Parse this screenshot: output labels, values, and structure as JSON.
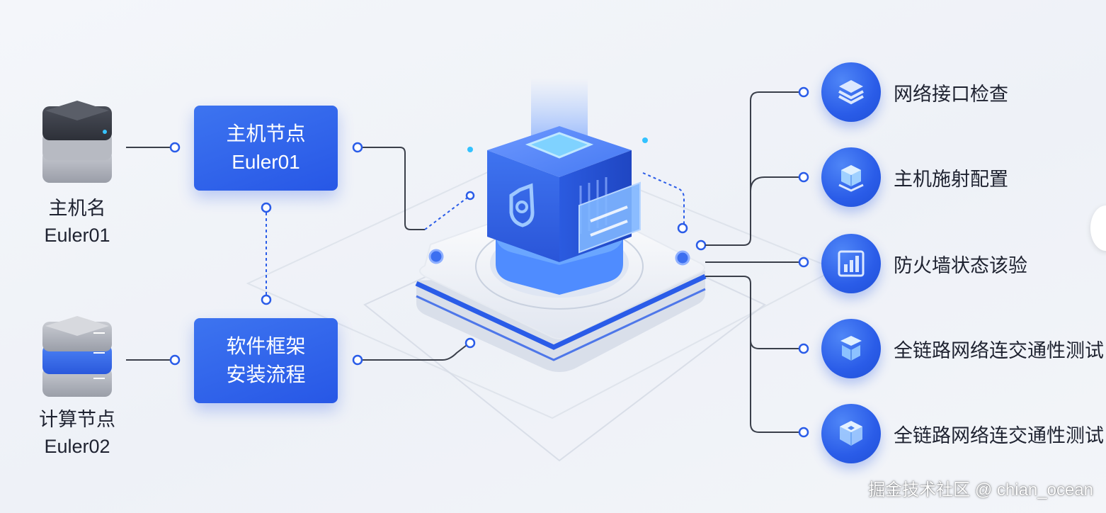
{
  "left_nodes": [
    {
      "name_line1": "主机名",
      "name_line2": "Euler01",
      "icon": "server-stack-dark-icon"
    },
    {
      "name_line1": "计算节点",
      "name_line2": "Euler02",
      "icon": "server-stack-blue-icon"
    }
  ],
  "boxes": [
    {
      "line1": "主机节点",
      "line2": "Euler01"
    },
    {
      "line1": "软件框架",
      "line2": "安装流程"
    }
  ],
  "right_items": [
    {
      "label": "网络接口检查",
      "icon": "layers-icon"
    },
    {
      "label": "主机施射配置",
      "icon": "cube-icon"
    },
    {
      "label": "防火墙状态该验",
      "icon": "bar-chart-icon"
    },
    {
      "label": "全链路网络连交通性测试",
      "icon": "box-hat-icon"
    },
    {
      "label": "全链路网络连交通性测试",
      "icon": "glass-cube-icon"
    }
  ],
  "center_icon": "platform-cube-icon",
  "watermark": "掘金技术社区 @ chian_ocean",
  "colors": {
    "accent": "#2a5ce8",
    "light_accent": "#5aa8ff",
    "line": "#3a3f4a"
  }
}
